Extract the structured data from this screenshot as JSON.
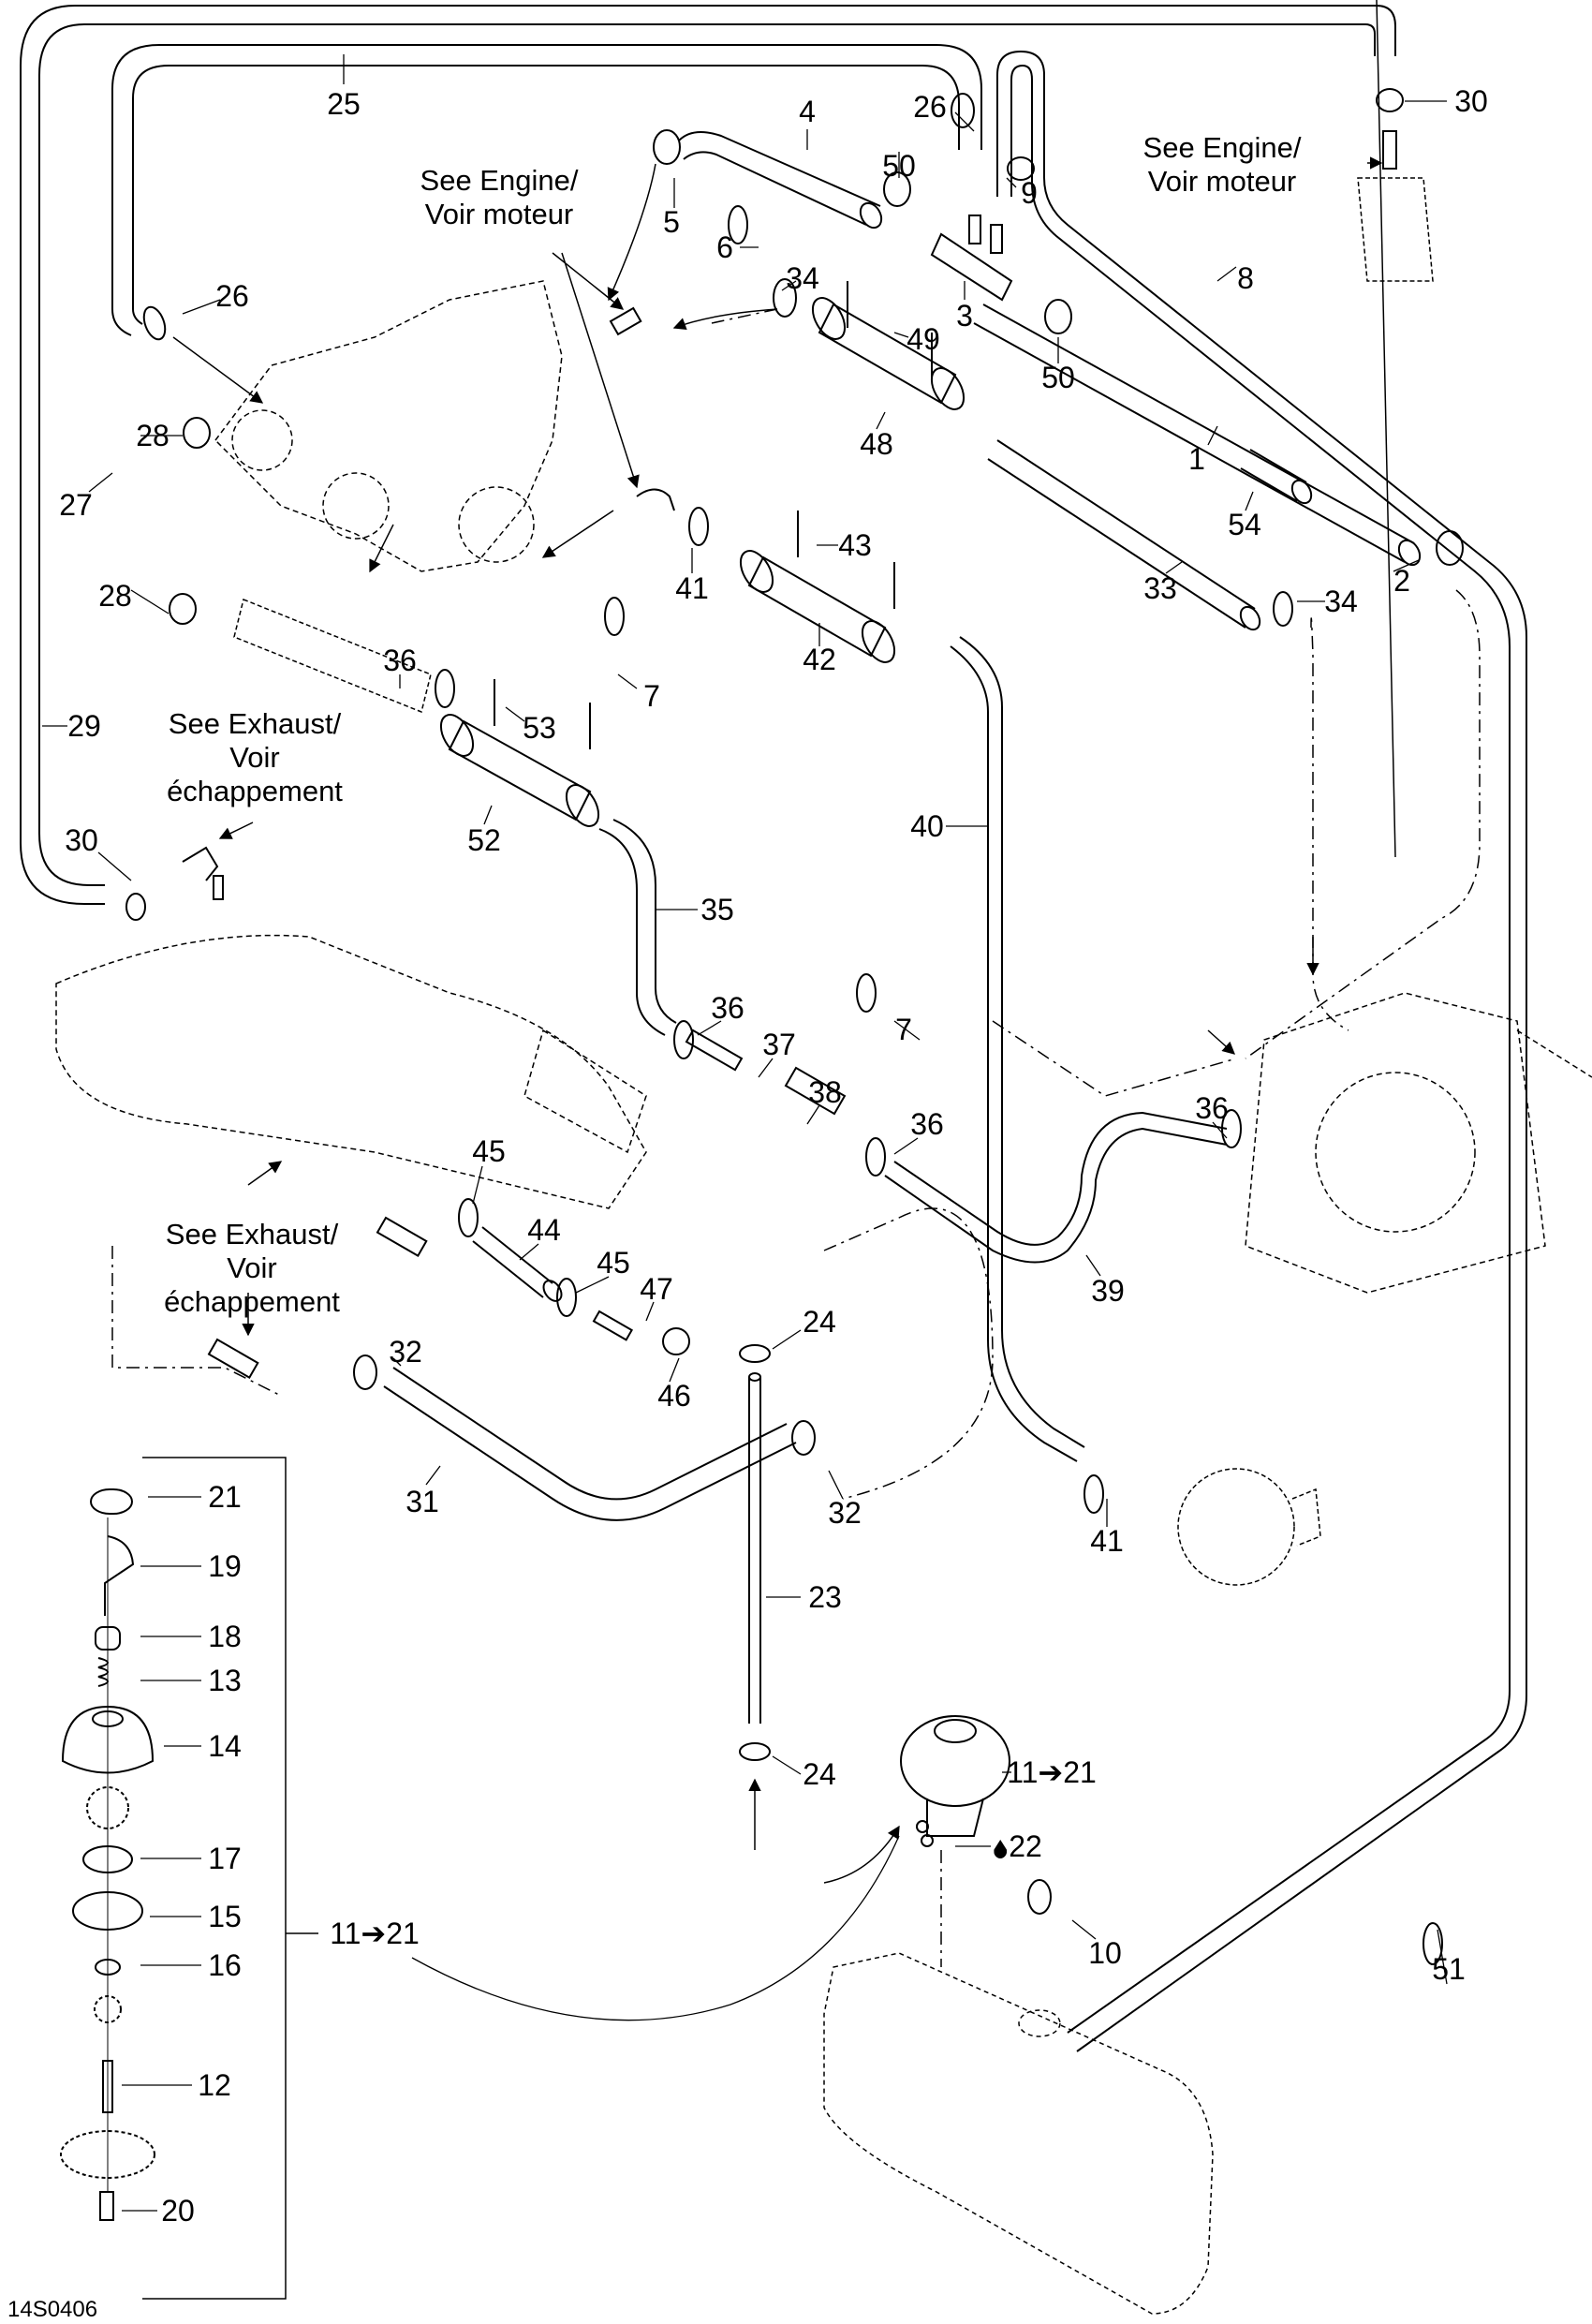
{
  "diagram": {
    "figure_id": "14S0406",
    "references": {
      "engine_top": "See Engine/\nVoir moteur",
      "engine_right": "See Engine/\nVoir moteur",
      "exhaust_upper": "See Exhaust/\nVoir\néchappement",
      "exhaust_lower": "See Exhaust/\nVoir\néchappement"
    },
    "callouts": [
      {
        "id": "c25",
        "text": "25"
      },
      {
        "id": "c4",
        "text": "4"
      },
      {
        "id": "c26a",
        "text": "26"
      },
      {
        "id": "c30a",
        "text": "30"
      },
      {
        "id": "c5",
        "text": "5"
      },
      {
        "id": "c50a",
        "text": "50"
      },
      {
        "id": "c6",
        "text": "6"
      },
      {
        "id": "c9",
        "text": "9"
      },
      {
        "id": "c3",
        "text": "3"
      },
      {
        "id": "c50b",
        "text": "50"
      },
      {
        "id": "c8",
        "text": "8"
      },
      {
        "id": "c26b",
        "text": "26"
      },
      {
        "id": "c34a",
        "text": "34"
      },
      {
        "id": "c49",
        "text": "49"
      },
      {
        "id": "c48",
        "text": "48"
      },
      {
        "id": "c28a",
        "text": "28"
      },
      {
        "id": "c27",
        "text": "27"
      },
      {
        "id": "c1",
        "text": "1"
      },
      {
        "id": "c54",
        "text": "54"
      },
      {
        "id": "c41a",
        "text": "41"
      },
      {
        "id": "c43",
        "text": "43"
      },
      {
        "id": "c42",
        "text": "42"
      },
      {
        "id": "c33",
        "text": "33"
      },
      {
        "id": "c34b",
        "text": "34"
      },
      {
        "id": "c2",
        "text": "2"
      },
      {
        "id": "c28b",
        "text": "28"
      },
      {
        "id": "c7a",
        "text": "7"
      },
      {
        "id": "c36a",
        "text": "36"
      },
      {
        "id": "c53",
        "text": "53"
      },
      {
        "id": "c29",
        "text": "29"
      },
      {
        "id": "c30b",
        "text": "30"
      },
      {
        "id": "c52",
        "text": "52"
      },
      {
        "id": "c40",
        "text": "40"
      },
      {
        "id": "c35",
        "text": "35"
      },
      {
        "id": "c7b",
        "text": "7"
      },
      {
        "id": "c36b",
        "text": "36"
      },
      {
        "id": "c37",
        "text": "37"
      },
      {
        "id": "c38",
        "text": "38"
      },
      {
        "id": "c36c",
        "text": "36"
      },
      {
        "id": "c36d",
        "text": "36"
      },
      {
        "id": "c45a",
        "text": "45"
      },
      {
        "id": "c44",
        "text": "44"
      },
      {
        "id": "c45b",
        "text": "45"
      },
      {
        "id": "c47",
        "text": "47"
      },
      {
        "id": "c39",
        "text": "39"
      },
      {
        "id": "c24a",
        "text": "24"
      },
      {
        "id": "c32a",
        "text": "32"
      },
      {
        "id": "c46",
        "text": "46"
      },
      {
        "id": "c31",
        "text": "31"
      },
      {
        "id": "c32b",
        "text": "32"
      },
      {
        "id": "c41b",
        "text": "41"
      },
      {
        "id": "c23",
        "text": "23"
      },
      {
        "id": "c24b",
        "text": "24"
      },
      {
        "id": "c11to21a",
        "text": "11➔21"
      },
      {
        "id": "c22",
        "text": "22"
      },
      {
        "id": "c10",
        "text": "10"
      },
      {
        "id": "c51",
        "text": "51"
      },
      {
        "id": "c21",
        "text": "21"
      },
      {
        "id": "c19",
        "text": "19"
      },
      {
        "id": "c18",
        "text": "18"
      },
      {
        "id": "c13",
        "text": "13"
      },
      {
        "id": "c14",
        "text": "14"
      },
      {
        "id": "c17",
        "text": "17"
      },
      {
        "id": "c15",
        "text": "15"
      },
      {
        "id": "c16",
        "text": "16"
      },
      {
        "id": "c12",
        "text": "12"
      },
      {
        "id": "c20",
        "text": "20"
      },
      {
        "id": "c11to21b",
        "text": "11➔21"
      }
    ],
    "symbols": {
      "c22_icon": "oil-drop-icon"
    }
  }
}
